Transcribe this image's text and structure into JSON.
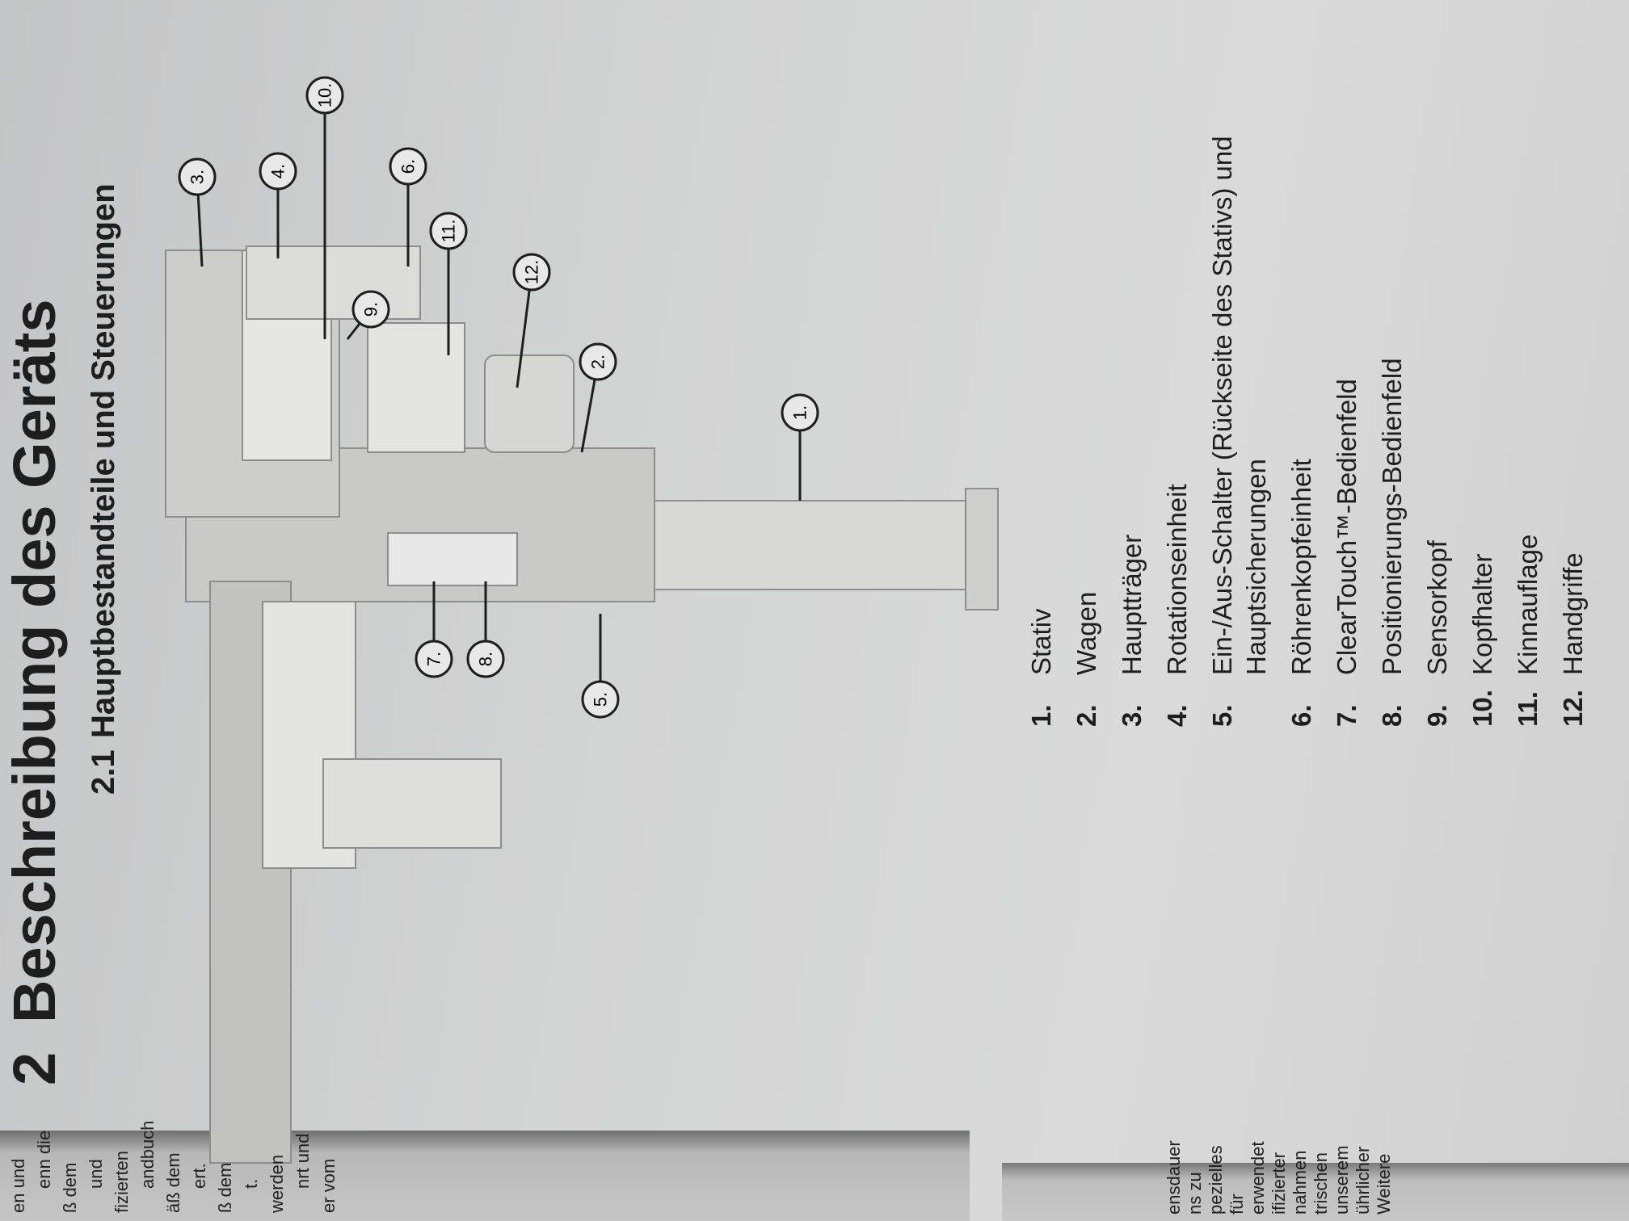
{
  "chapter": {
    "number": "2",
    "title": "Beschreibung des Geräts"
  },
  "section": {
    "number": "2.1",
    "title": "Hauptbestandteile und Steuerungen"
  },
  "callouts": [
    "1.",
    "2.",
    "3.",
    "4.",
    "5.",
    "6.",
    "7.",
    "8.",
    "9.",
    "10.",
    "11.",
    "12."
  ],
  "parts": [
    {
      "num": "1.",
      "label": "Stativ"
    },
    {
      "num": "2.",
      "label": "Wagen"
    },
    {
      "num": "3.",
      "label": "Hauptträger"
    },
    {
      "num": "4.",
      "label": "Rotationseinheit"
    },
    {
      "num": "5.",
      "label": "Ein-/Aus-Schalter   (Rückseite   des   Stativs)   und",
      "label2": "Hauptsicherungen"
    },
    {
      "num": "6.",
      "label": "Röhrenkopfeinheit"
    },
    {
      "num": "7.",
      "label": "ClearTouch™-Bedienfeld"
    },
    {
      "num": "8.",
      "label": "Positionierungs-Bedienfeld"
    },
    {
      "num": "9.",
      "label": "Sensorkopf"
    },
    {
      "num": "10.",
      "label": "Kopfhalter"
    },
    {
      "num": "11.",
      "label": "Kinnauflage"
    },
    {
      "num": "12.",
      "label": "Handgriffe"
    }
  ],
  "adjacent_page_fragments": [
    "en und",
    "enn die",
    "ß dem",
    "und",
    "fizierten",
    "andbuch",
    "äß dem",
    "ert.",
    "ß dem",
    "t.",
    "werden",
    "nrt und",
    "er vom",
    "ensdauer",
    "ns zu",
    "pezielles",
    "für",
    "erwendet",
    "ifizierter",
    "nahmen",
    "trischen",
    "unserem",
    "ührlicher",
    "Weitere"
  ]
}
